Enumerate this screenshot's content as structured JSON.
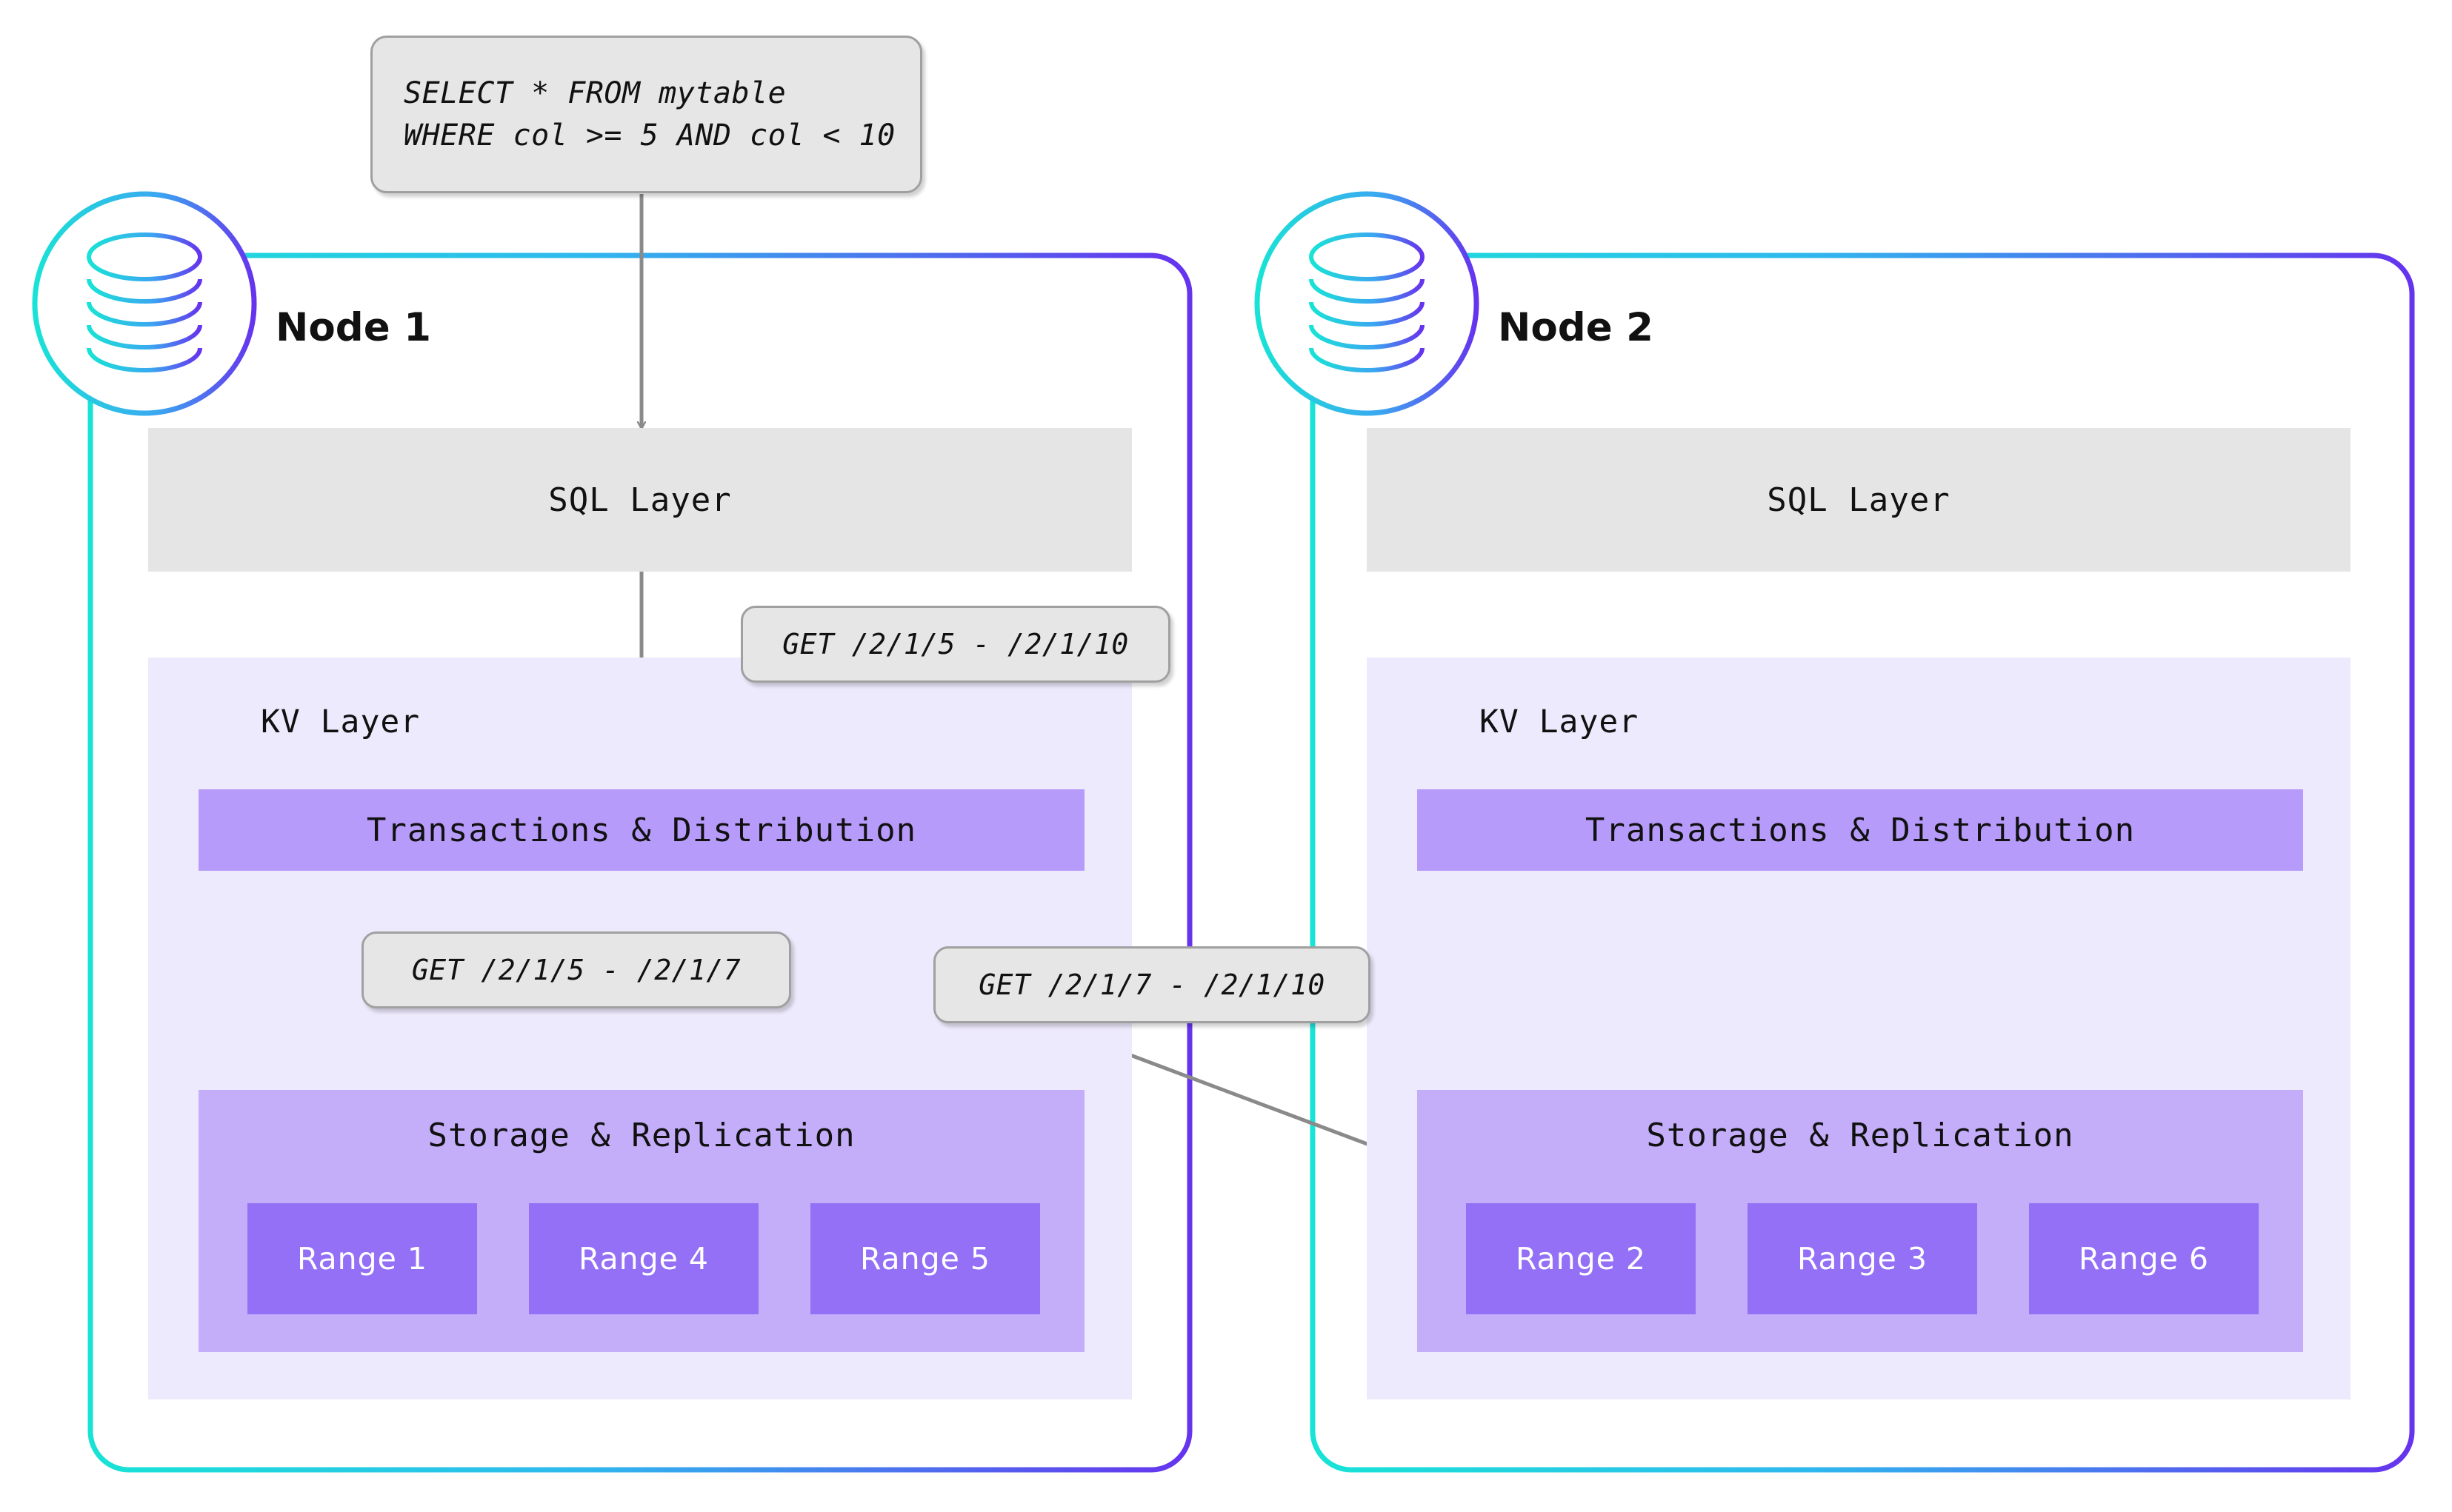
{
  "query_callout": {
    "name": "sql-query",
    "lines": [
      "SELECT * FROM mytable",
      "WHERE col >= 5 AND col < 10"
    ]
  },
  "layer_labels": {
    "sql": "SQL Layer",
    "kv": "KV Layer",
    "transactions": "Transactions & Distribution",
    "storage": "Storage & Replication"
  },
  "nodes": [
    {
      "title": "Node 1",
      "icon": "database-icon",
      "sql_layer": "SQL Layer",
      "kv_layer": "KV Layer",
      "transactions": "Transactions & Distribution",
      "storage": "Storage & Replication",
      "ranges": [
        "Range 1",
        "Range 4",
        "Range 5"
      ]
    },
    {
      "title": "Node 2",
      "icon": "database-icon",
      "sql_layer": "SQL Layer",
      "kv_layer": "KV Layer",
      "transactions": "Transactions & Distribution",
      "storage": "Storage & Replication",
      "ranges": [
        "Range 2",
        "Range 3",
        "Range 6"
      ]
    }
  ],
  "get_callouts": [
    {
      "id": "get-full",
      "text": "GET /2/1/5 - /2/1/10"
    },
    {
      "id": "get-left",
      "text": "GET /2/1/5 - /2/1/7"
    },
    {
      "id": "get-right",
      "text": "GET /2/1/7 - /2/1/10"
    }
  ],
  "colors": {
    "gradient_start": "#18e3d6",
    "gradient_end": "#6633ee",
    "sql_layer_bg": "#e5e5e5",
    "kv_panel_bg": "#eeeafd",
    "txn_bar_bg": "#b79bfa",
    "storage_bg": "#c4aefa",
    "range_bg": "#9370f5",
    "callout_bg": "#e6e6e6",
    "callout_border": "#a0a0a0",
    "arrow": "#8a8a8a",
    "text": "#111111",
    "range_text": "#ffffff"
  }
}
